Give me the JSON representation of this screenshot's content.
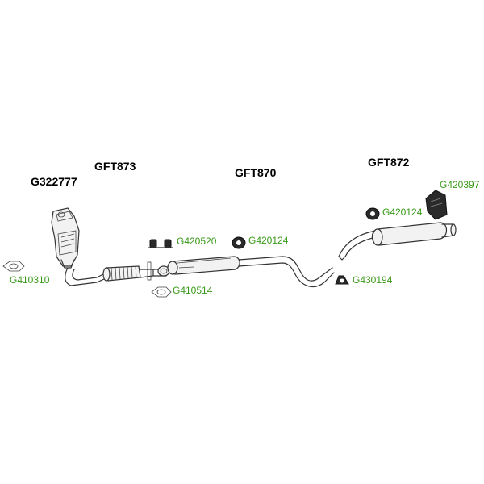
{
  "assemblies": {
    "catalyst": "G322777",
    "front_pipe": "GFT873",
    "middle_section": "GFT870",
    "rear_section": "GFT872"
  },
  "parts": {
    "gasket_manifold": "G410310",
    "hanger_front": "G420520",
    "gasket_flange": "G410514",
    "hanger_middle": "G420124",
    "clamp_rear": "G430194",
    "hanger_rear": "G420124",
    "mount_rear": "G420397"
  },
  "colors": {
    "assembly_label": "#000000",
    "part_label": "#3a9a1a",
    "line": "#333333"
  },
  "icons": [
    "catalytic-converter-icon",
    "flex-pipe-icon",
    "middle-silencer-icon",
    "rear-silencer-icon",
    "gasket-icon",
    "rubber-hanger-icon",
    "clamp-icon",
    "rear-mount-icon"
  ]
}
